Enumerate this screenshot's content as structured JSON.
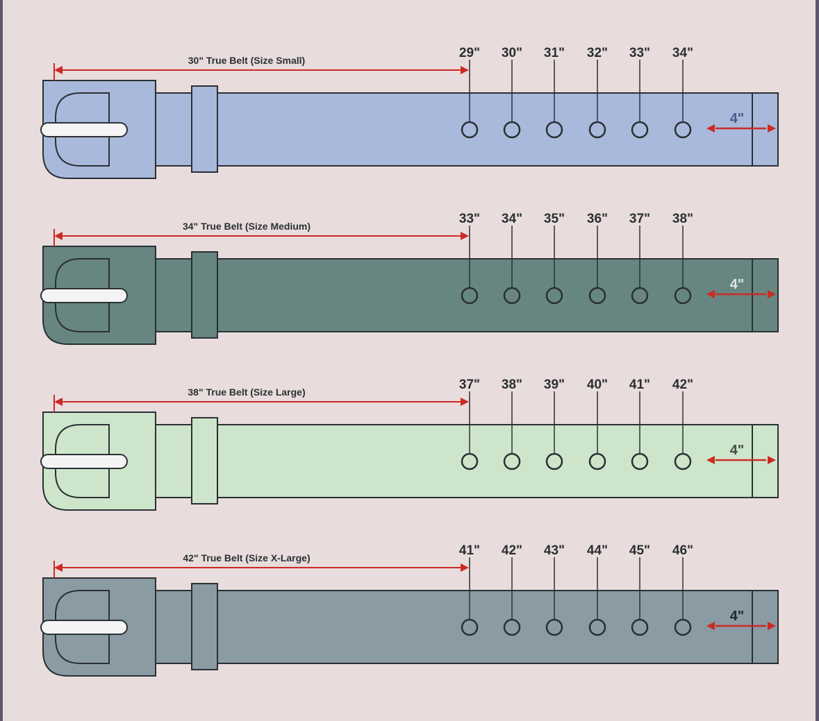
{
  "colors": {
    "background": "#e9dcdc",
    "frame": "#5f5870",
    "outline": "#2a2f33",
    "arrow": "#cc2a24",
    "pin": "#f4f4f4"
  },
  "belts": [
    {
      "title": "30\" True Belt (Size Small)",
      "holes": [
        "29\"",
        "30\"",
        "31\"",
        "32\"",
        "33\"",
        "34\""
      ],
      "tip_label": "4\"",
      "fill": "#a9b9dc",
      "tip_label_color": "#4a5a8a"
    },
    {
      "title": "34\" True Belt (Size Medium)",
      "holes": [
        "33\"",
        "34\"",
        "35\"",
        "36\"",
        "37\"",
        "38\""
      ],
      "tip_label": "4\"",
      "fill": "#678681",
      "tip_label_color": "#dde4e2"
    },
    {
      "title": "38\" True Belt (Size Large)",
      "holes": [
        "37\"",
        "38\"",
        "39\"",
        "40\"",
        "41\"",
        "42\""
      ],
      "tip_label": "4\"",
      "fill": "#cde6cb",
      "tip_label_color": "#444c48"
    },
    {
      "title": "42\" True Belt (Size X-Large)",
      "holes": [
        "41\"",
        "42\"",
        "43\"",
        "44\"",
        "45\"",
        "46\""
      ],
      "tip_label": "4\"",
      "fill": "#8a9ba3",
      "tip_label_color": "#22282c"
    }
  ]
}
